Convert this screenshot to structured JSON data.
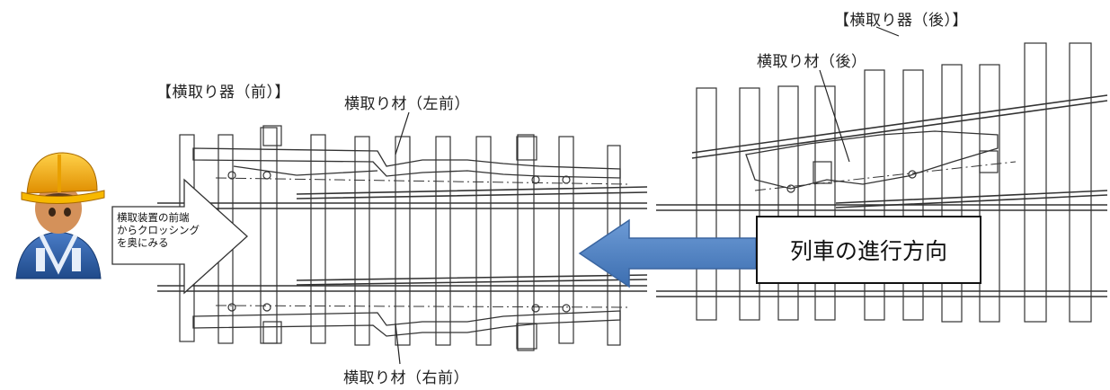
{
  "labels": {
    "front_device": "【横取り器（前）】",
    "rear_device": "【横取り器（後）】",
    "left_front_member": "横取り材（左前）",
    "right_front_member": "横取り材（右前）",
    "rear_member": "横取り材（後）"
  },
  "viewpoint_note": {
    "line1": "横取装置の前端",
    "line2": "からクロッシング",
    "line3": "を奥にみる"
  },
  "direction_label": "列車の進行方向",
  "colors": {
    "helmet": "#f0a400",
    "vest": "#2f5fa8",
    "direction_arrow": "#4f81bd",
    "line_art": "#333333"
  },
  "icons": {
    "worker": "worker-helmet-icon",
    "view_arrow": "view-direction-arrow",
    "train_arrow": "train-direction-arrow"
  }
}
